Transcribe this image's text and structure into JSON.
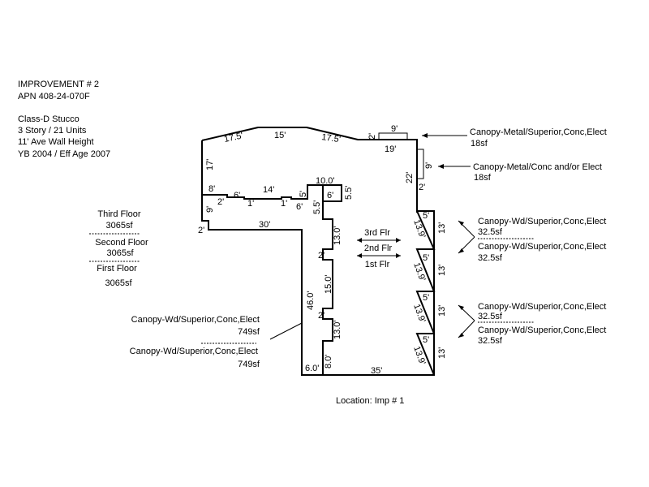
{
  "header": {
    "improvement": "IMPROVEMENT # 2",
    "apn": "APN 408-24-070F",
    "class": "Class-D Stucco",
    "stories": "3 Story / 21 Units",
    "wall_height": "11' Ave Wall Height",
    "year": "YB 2004 / Eff Age 2007"
  },
  "floors": [
    {
      "label": "Third Floor",
      "area": "3065sf"
    },
    {
      "label": "Second Floor",
      "area": "3065sf"
    },
    {
      "label": "First Floor",
      "area": "3065sf"
    }
  ],
  "floor_markers": [
    "3rd Flr",
    "2nd Flr",
    "1st Flr"
  ],
  "canopies": {
    "top": {
      "label": "Canopy-Metal/Superior,Conc,Elect",
      "area": "18sf"
    },
    "side": {
      "label": "Canopy-Metal/Conc and/or Elect",
      "area": "18sf"
    },
    "right_1": {
      "label": "Canopy-Wd/Superior,Conc,Elect",
      "area": "32.5sf"
    },
    "right_2": {
      "label": "Canopy-Wd/Superior,Conc,Elect",
      "area": "32.5sf"
    },
    "right_3": {
      "label": "Canopy-Wd/Superior,Conc,Elect",
      "area": "32.5sf"
    },
    "right_4": {
      "label": "Canopy-Wd/Superior,Conc,Elect",
      "area": "32.5sf"
    },
    "left_1": {
      "label": "Canopy-Wd/Superior,Conc,Elect",
      "area": "749sf"
    },
    "left_2": {
      "label": "Canopy-Wd/Superior,Conc,Elect",
      "area": "749sf"
    }
  },
  "dimensions": {
    "d_175a": "17.5'",
    "d_15": "15'",
    "d_175b": "17.5'",
    "d_2a": "2'",
    "d_9a": "9'",
    "d_19": "19'",
    "d_9b": "9'",
    "d_22": "22'",
    "d_2b": "2'",
    "d_17": "17'",
    "d_8": "8'",
    "d_2c": "2'",
    "d_6a": "6'",
    "d_1a": "1'",
    "d_14": "14'",
    "d_1b": "1'",
    "d_5a": "5'",
    "d_100": "10.0'",
    "d_6b": "6'",
    "d_55a": "5.5'",
    "d_6c": "6'",
    "d_55b": "5.5'",
    "d_9c": "9'",
    "d_2d": "2'",
    "d_30": "30'",
    "d_130a": "13.0'",
    "d_2e": "2'",
    "d_150": "15.0'",
    "d_2f": "2'",
    "d_130b": "13.0'",
    "d_80": "8.0'",
    "d_460": "46.0'",
    "d_60": "6.0'",
    "d_35": "35'",
    "d_5b": "5'",
    "d_139a": "13.9'",
    "d_13a": "13'",
    "d_5c": "5'",
    "d_139b": "13.9'",
    "d_13b": "13'",
    "d_5d": "5'",
    "d_139c": "13.9'",
    "d_13c": "13'",
    "d_5e": "5'",
    "d_139d": "13.9'",
    "d_13d": "13'"
  },
  "footer": {
    "location": "Location: Imp # 1"
  }
}
